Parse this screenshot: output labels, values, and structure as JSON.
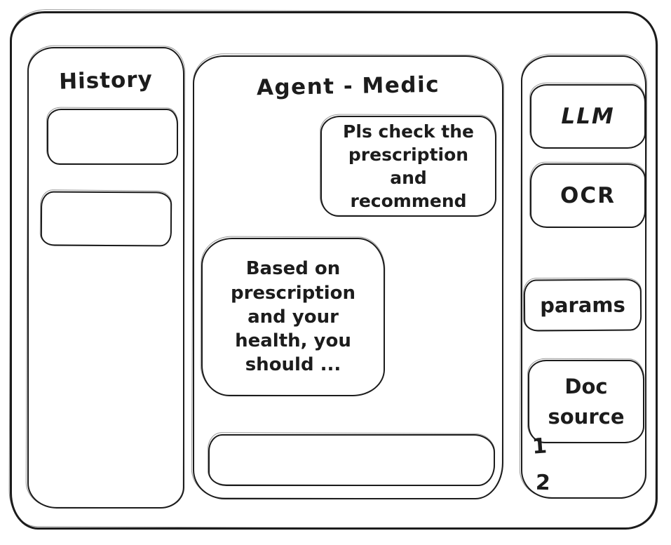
{
  "frame": {
    "stroke_color": "#1c1c1c",
    "background_color": "#ffffff"
  },
  "history": {
    "title": "History",
    "items": [
      {
        "label": ""
      },
      {
        "label": ""
      }
    ]
  },
  "chat": {
    "title": "Agent - Medic",
    "messages": [
      {
        "role": "user",
        "text": "Pls check the prescription and recommend"
      },
      {
        "role": "assistant",
        "text": "Based on prescription and your health, you should ..."
      }
    ],
    "input": {
      "value": ""
    }
  },
  "tools": {
    "llm_label": "LLM",
    "ocr_label": "OCR",
    "params_label": "params",
    "doc_source_label": "Doc source",
    "doc_source_items": [
      "1",
      "2"
    ]
  }
}
